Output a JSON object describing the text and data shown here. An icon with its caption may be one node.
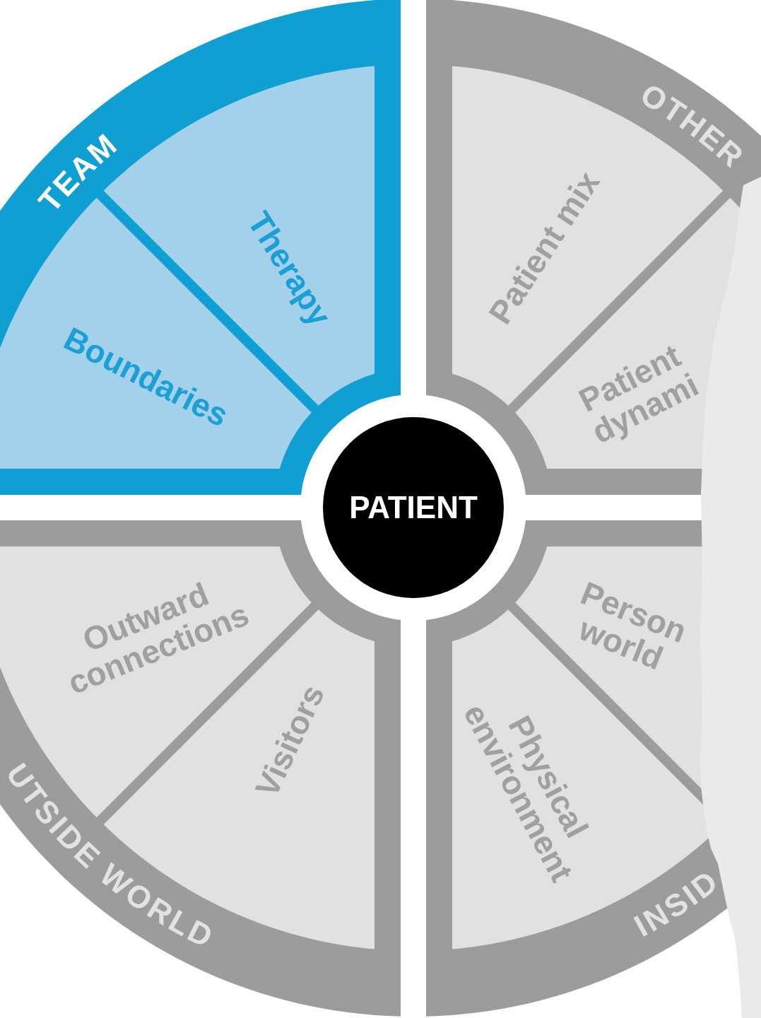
{
  "diagram": {
    "nodes": [
      {
        "text": [
          "TEAM"
        ]
      },
      {
        "text": [
          "Therapy"
        ],
        "in": 0
      },
      {
        "text": [
          "Boundaries"
        ],
        "in": 0
      },
      {
        "text": [
          "OTHER"
        ]
      },
      {
        "text": [
          "Patient mix"
        ],
        "in": 3
      },
      {
        "text": [
          "Patient dynami"
        ],
        "in": 3
      },
      {
        "text": [
          "PATIENT"
        ]
      },
      {
        "text": [
          "UTSIDE WORLD"
        ]
      },
      {
        "text": [
          "Outward connections"
        ],
        "in": 7
      },
      {
        "text": [
          "Visitors"
        ],
        "in": 7
      },
      {
        "text": [
          "INSID"
        ]
      },
      {
        "text": [
          "Person world"
        ],
        "in": 10
      },
      {
        "text": [
          "Physical environment"
        ],
        "in": 10
      },
      {
        "text": [],
        "shape": "box"
      }
    ]
  }
}
